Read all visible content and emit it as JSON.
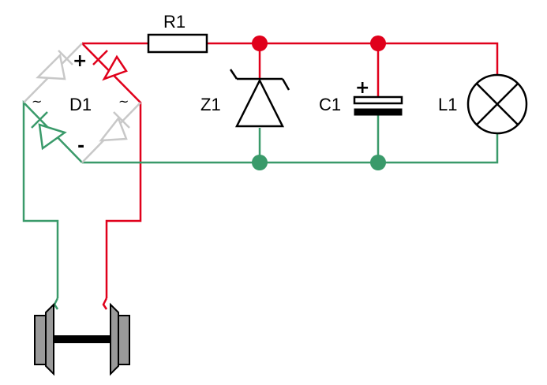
{
  "colors": {
    "positive_wire": "#e0001b",
    "negative_wire": "#3a9a6a",
    "inactive_diode": "#c8c8c8",
    "component": "#000000",
    "wheel": "#9a9a9a"
  },
  "labels": {
    "resistor": "R1",
    "bridge": "D1",
    "zener": "Z1",
    "capacitor": "C1",
    "lamp": "L1"
  },
  "symbols": {
    "bridge_plus": "+",
    "bridge_minus": "-",
    "ac_left": "~",
    "ac_right": "~",
    "capacitor_plus": "+"
  },
  "icons": {
    "lamp": "lamp-cross-icon",
    "wheelset": "wheelset-icon"
  }
}
